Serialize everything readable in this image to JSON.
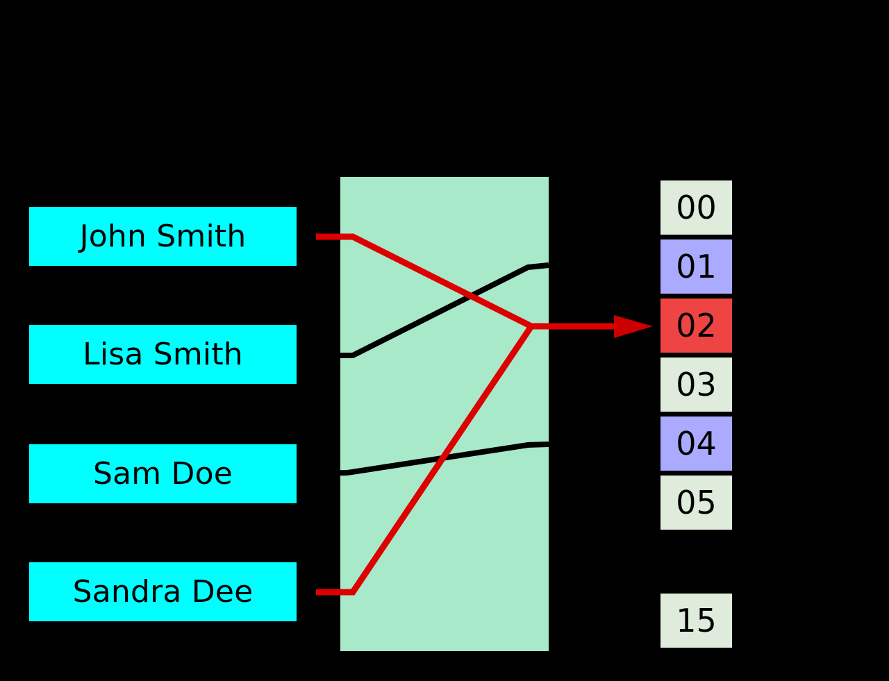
{
  "diagram": {
    "title": "hash-table-collision-diagram",
    "background_color": "#000000",
    "hash_region": {
      "name": "hash-function-region",
      "color": "#a8e9c9"
    },
    "keys": [
      {
        "label": "John Smith",
        "color": "#00ffff",
        "maps_to": "02",
        "wire_color": "#dd0000"
      },
      {
        "label": "Lisa Smith",
        "color": "#00ffff",
        "maps_to": "01",
        "wire_color": "#000000"
      },
      {
        "label": "Sam Doe",
        "color": "#00ffff",
        "maps_to": "04",
        "wire_color": "#000000"
      },
      {
        "label": "Sandra Dee",
        "color": "#00ffff",
        "maps_to": "02",
        "wire_color": "#dd0000"
      }
    ],
    "buckets": [
      {
        "label": "00",
        "state": "empty",
        "color": "#dfecdc"
      },
      {
        "label": "01",
        "state": "occupied",
        "color": "#aaaaff"
      },
      {
        "label": "02",
        "state": "collision",
        "color": "#ee4444"
      },
      {
        "label": "03",
        "state": "empty",
        "color": "#dfecdc"
      },
      {
        "label": "04",
        "state": "occupied",
        "color": "#aaaaff"
      },
      {
        "label": "05",
        "state": "empty",
        "color": "#dfecdc"
      },
      {
        "label": "15",
        "state": "empty",
        "color": "#dfecdc"
      }
    ],
    "collision_arrow": {
      "name": "collision-arrow",
      "color": "#cc0000",
      "points_to": "02"
    }
  }
}
